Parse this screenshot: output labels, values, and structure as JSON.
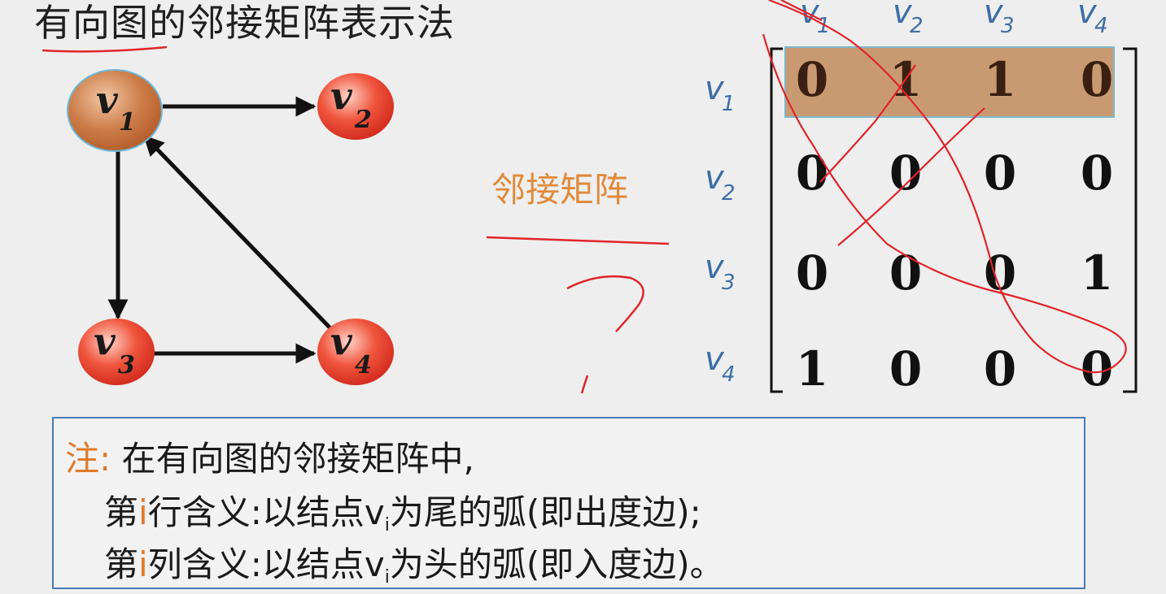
{
  "title": "有向图的邻接矩阵表示法",
  "adjacency_label": "邻接矩阵",
  "graph": {
    "nodes": [
      {
        "id": "v1",
        "letter": "v",
        "sub": "1",
        "highlighted": true
      },
      {
        "id": "v2",
        "letter": "v",
        "sub": "2",
        "highlighted": false
      },
      {
        "id": "v3",
        "letter": "v",
        "sub": "3",
        "highlighted": false
      },
      {
        "id": "v4",
        "letter": "v",
        "sub": "4",
        "highlighted": false
      }
    ],
    "edges": [
      {
        "from": "v1",
        "to": "v2"
      },
      {
        "from": "v1",
        "to": "v3"
      },
      {
        "from": "v3",
        "to": "v4"
      },
      {
        "from": "v4",
        "to": "v1"
      }
    ]
  },
  "matrix": {
    "col_labels": [
      {
        "letter": "v",
        "sub": "1"
      },
      {
        "letter": "v",
        "sub": "2"
      },
      {
        "letter": "v",
        "sub": "3"
      },
      {
        "letter": "v",
        "sub": "4"
      }
    ],
    "row_labels": [
      {
        "letter": "v",
        "sub": "1"
      },
      {
        "letter": "v",
        "sub": "2"
      },
      {
        "letter": "v",
        "sub": "3"
      },
      {
        "letter": "v",
        "sub": "4"
      }
    ],
    "rows": [
      [
        "0",
        "1",
        "1",
        "0"
      ],
      [
        "0",
        "0",
        "0",
        "0"
      ],
      [
        "0",
        "0",
        "0",
        "1"
      ],
      [
        "1",
        "0",
        "0",
        "0"
      ]
    ],
    "highlighted_row": 0
  },
  "note": {
    "prefix": "注:",
    "line1": "在有向图的邻接矩阵中,",
    "line2": {
      "a": "第",
      "i": "i",
      "b": "行含义:以结点v",
      "sub": "i",
      "c": "为尾的弧(即出度边);"
    },
    "line3": {
      "a": "第",
      "i": "i",
      "b": "列含义:以结点v",
      "sub": "i",
      "c": "为头的弧(即入度边)。"
    }
  },
  "colors": {
    "background": "#eeeeee",
    "node_fill": "#e53b2c",
    "node_highlight_fill": "#c8763f",
    "matrix_label": "#3d6ea5",
    "orange_text": "#e08a3a",
    "row_highlight": "#c99a72",
    "annotation_ink": "#e0242a",
    "note_border": "#4a7ab5"
  }
}
